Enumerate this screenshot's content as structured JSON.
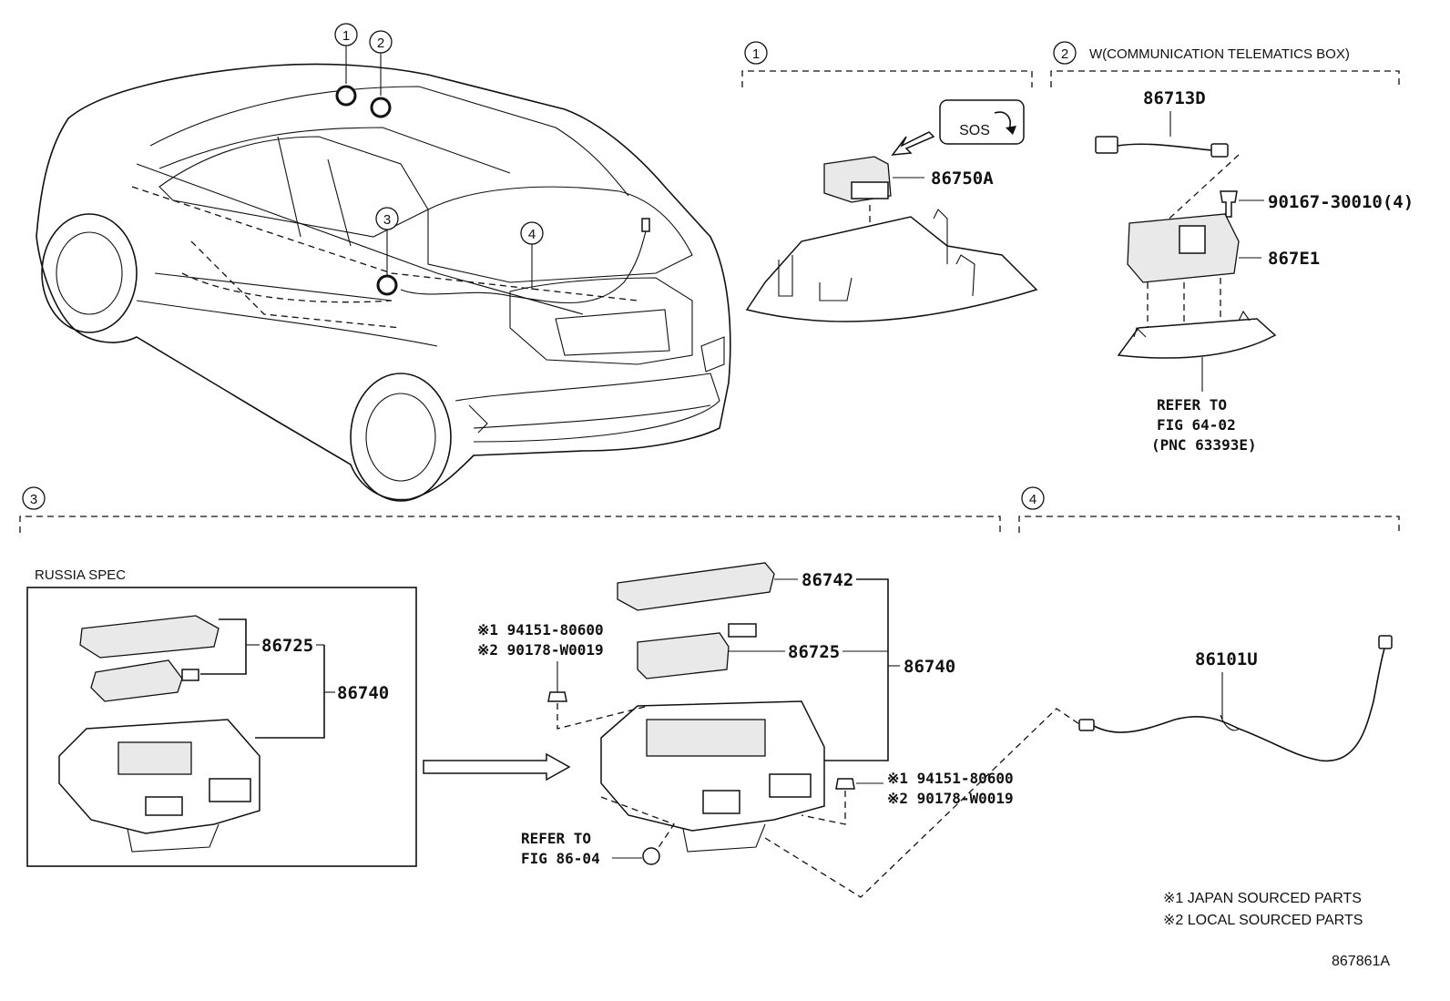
{
  "callouts": {
    "c1": "1",
    "c2": "2",
    "c3": "3",
    "c4": "4"
  },
  "section1": {
    "number": "1",
    "sos_label": "SOS",
    "part_86750A": "86750A"
  },
  "section2": {
    "number": "2",
    "title": "W(COMMUNICATION TELEMATICS BOX)",
    "part_86713D": "86713D",
    "part_screw": "90167-30010(4)",
    "part_867E1": "867E1",
    "refer_line1": "REFER TO",
    "refer_line2": "FIG 64-02",
    "refer_line3": "(PNC 63393E)"
  },
  "section3": {
    "number": "3",
    "russia_spec": "RUSSIA SPEC",
    "rs_86725": "86725",
    "rs_86740": "86740",
    "part_86742": "86742",
    "part_86725": "86725",
    "part_86740": "86740",
    "left_note1": "※1 94151-80600",
    "left_note2": "※2 90178-W0019",
    "right_note1": "※1 94151-80600",
    "right_note2": "※2 90178-W0019",
    "refer_line1": "REFER TO",
    "refer_line2": "FIG 86-04"
  },
  "section4": {
    "number": "4",
    "part_86101U": "86101U"
  },
  "legend": {
    "line1": "※1 JAPAN SOURCED PARTS",
    "line2": "※2 LOCAL SOURCED PARTS"
  },
  "figure_id": "867861A"
}
